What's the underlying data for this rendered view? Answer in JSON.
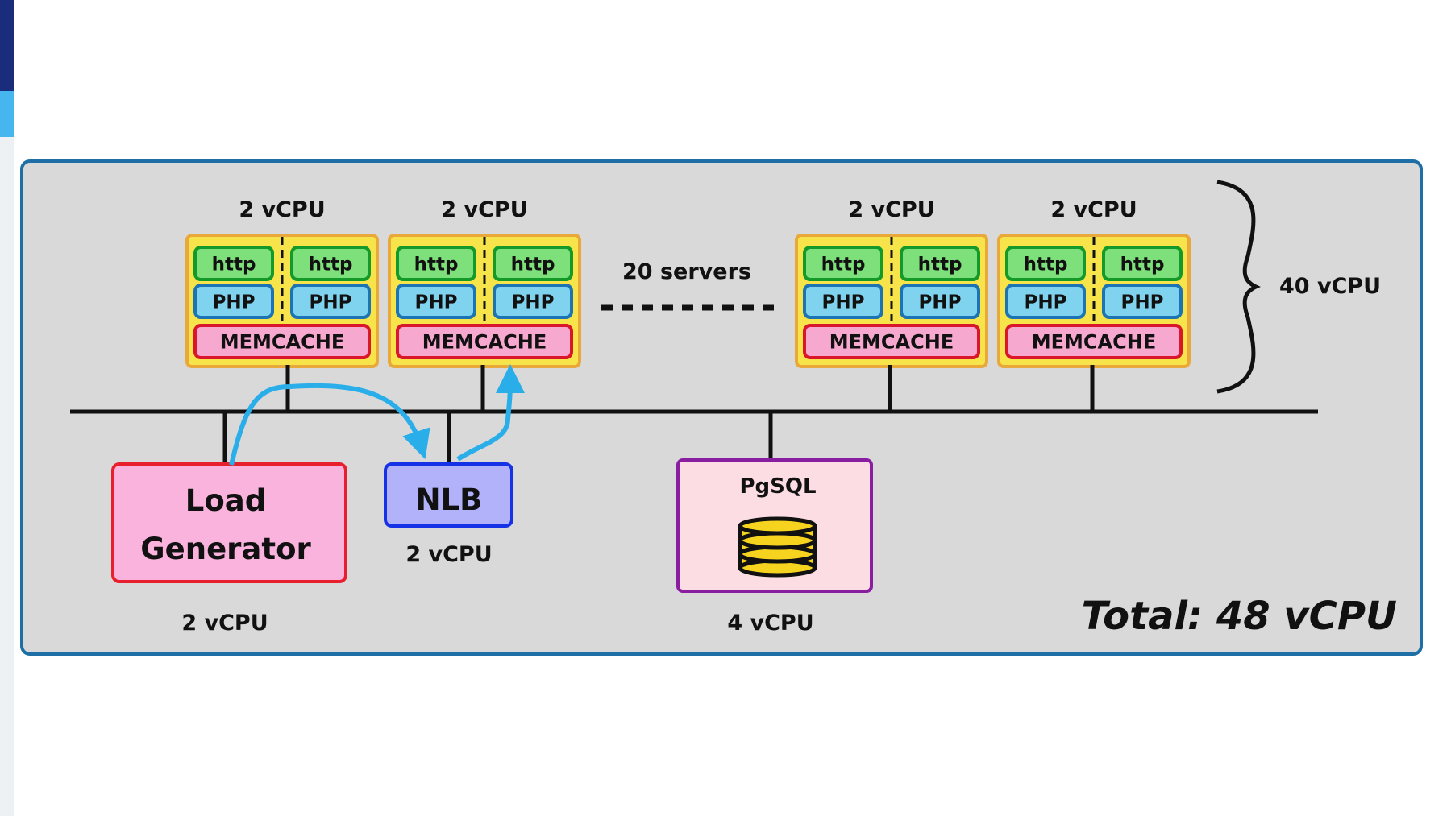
{
  "servers": [
    {
      "vcpu": "2 vCPU",
      "http": [
        "http",
        "http"
      ],
      "php": [
        "PHP",
        "PHP"
      ],
      "memcache": "MEMCACHE"
    },
    {
      "vcpu": "2 vCPU",
      "http": [
        "http",
        "http"
      ],
      "php": [
        "PHP",
        "PHP"
      ],
      "memcache": "MEMCACHE"
    },
    {
      "vcpu": "2 vCPU",
      "http": [
        "http",
        "http"
      ],
      "php": [
        "PHP",
        "PHP"
      ],
      "memcache": "MEMCACHE"
    },
    {
      "vcpu": "2 vCPU",
      "http": [
        "http",
        "http"
      ],
      "php": [
        "PHP",
        "PHP"
      ],
      "memcache": "MEMCACHE"
    }
  ],
  "servers_count_label": "20 servers",
  "servers_total_vcpu": "40 vCPU",
  "load_generator": {
    "line1": "Load",
    "line2": "Generator",
    "vcpu": "2 vCPU"
  },
  "nlb": {
    "label": "NLB",
    "vcpu": "2 vCPU"
  },
  "pgsql": {
    "label": "PgSQL",
    "vcpu": "4 vCPU"
  },
  "total": "Total: 48 vCPU",
  "colors": {
    "panel_bg": "#d9d9d9",
    "panel_border": "#1d6fa5",
    "server_bg": "#f6e44a",
    "server_border": "#e9a83a",
    "http_bg": "#7ee07a",
    "http_border": "#139a2b",
    "php_bg": "#7fd3ee",
    "php_border": "#1d74b5",
    "memcache_bg": "#f7a8cf",
    "memcache_border": "#d9162b",
    "loadgen_bg": "#f9b3dd",
    "loadgen_border": "#e8202e",
    "nlb_bg": "#b2b2fb",
    "nlb_border": "#1632e6",
    "pgsql_bg": "#fcdde4",
    "pgsql_border": "#8a1ea0",
    "arrow": "#2aaeea"
  }
}
